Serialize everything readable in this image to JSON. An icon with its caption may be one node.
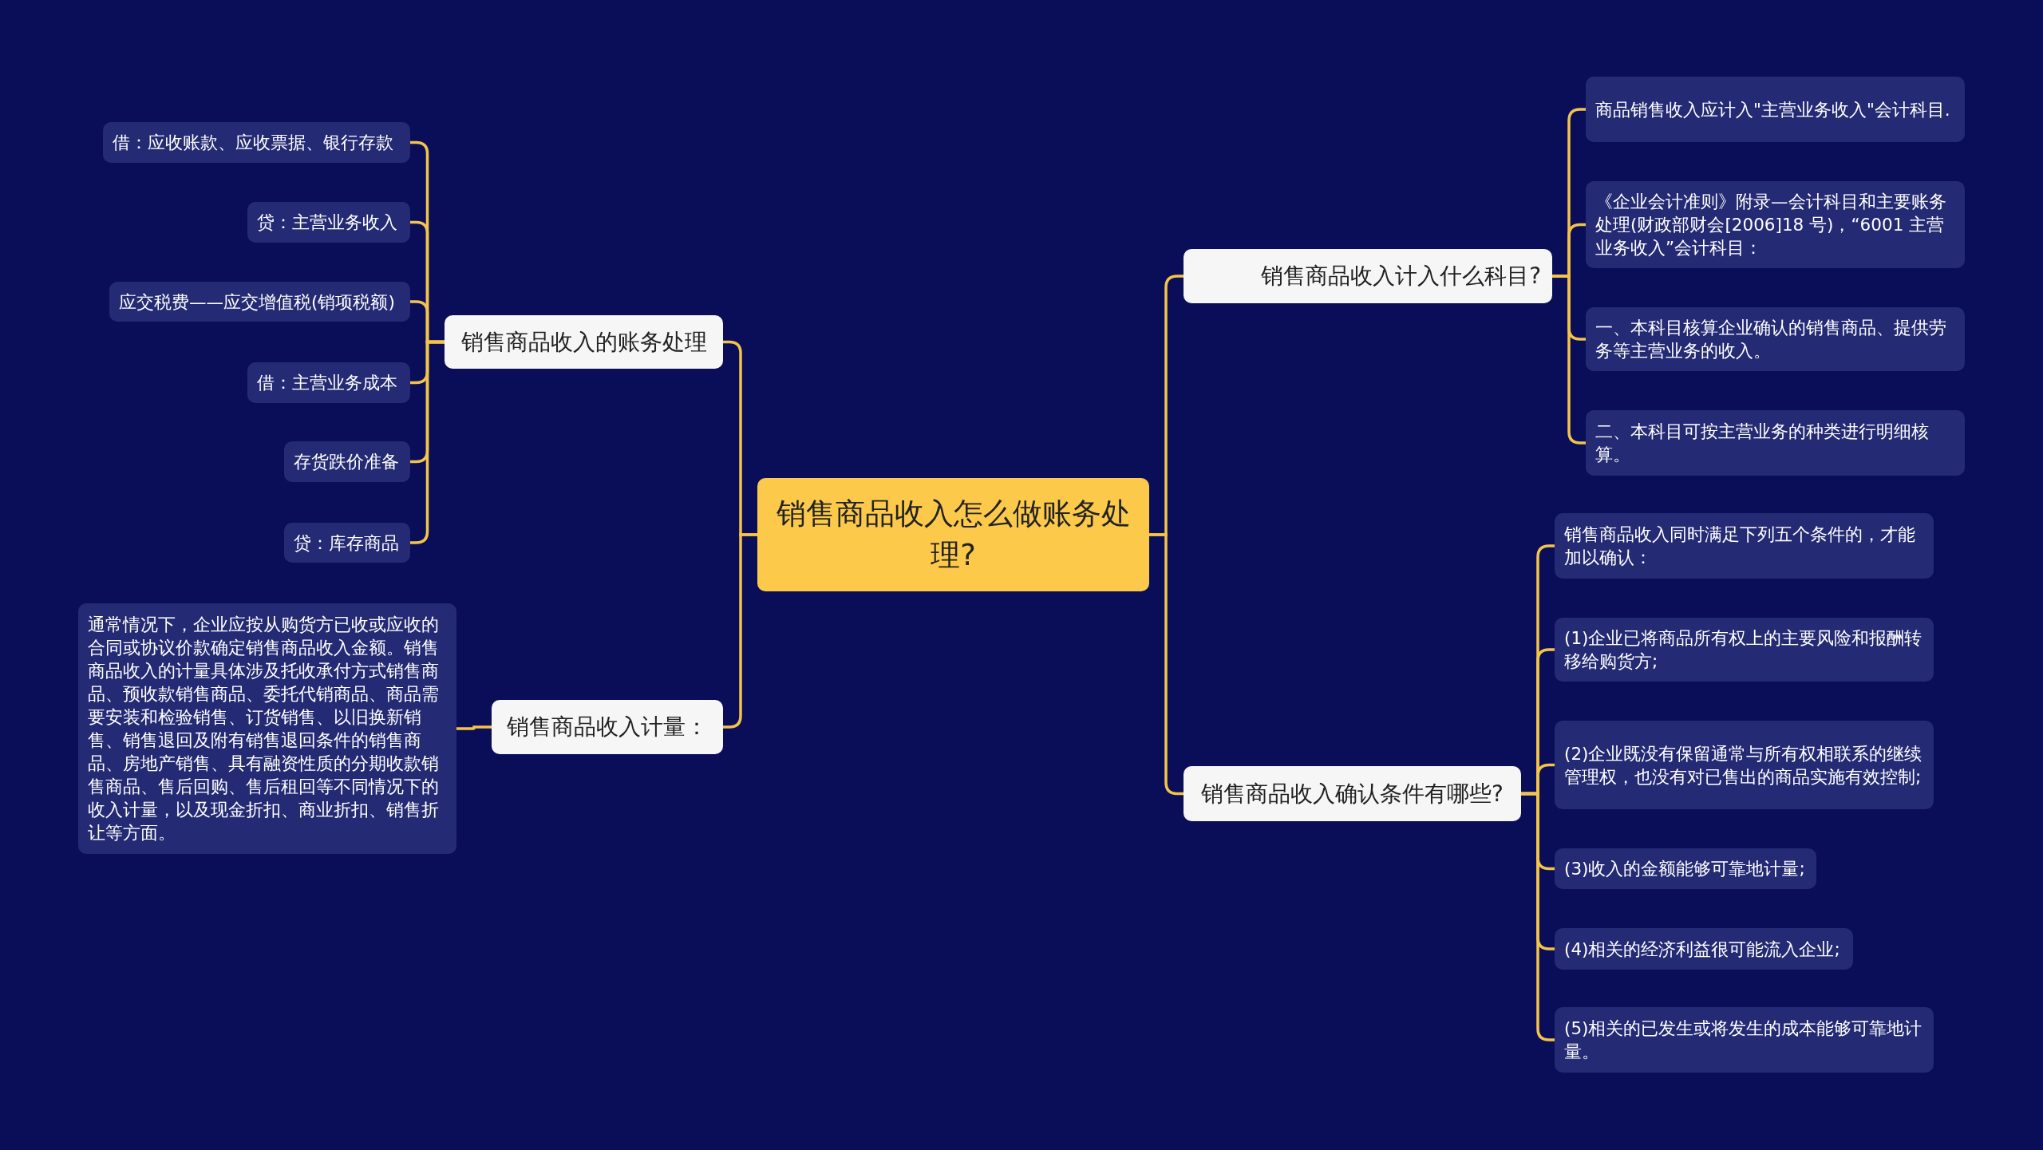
{
  "diagram": {
    "nodes": [
      {
        "text": [
          "销售商品收入怎么做账务处理?"
        ]
      },
      {
        "text": [
          "销售商品收入的账务处理"
        ]
      },
      {
        "text": [
          "借：应收账款、应收票据、银行存款"
        ]
      },
      {
        "text": [
          "贷：主营业务收入"
        ]
      },
      {
        "text": [
          "应交税费——应交增值税(销项税额)"
        ]
      },
      {
        "text": [
          "借：主营业务成本"
        ]
      },
      {
        "text": [
          "存货跌价准备"
        ]
      },
      {
        "text": [
          "贷：库存商品"
        ]
      },
      {
        "text": [
          "销售商品收入计量："
        ]
      },
      {
        "text": [
          "通常情况下，企业应按从购货方已收或应收的合同或协议价款确定销售商品收入金额。销售商品收入的计量具体涉及托收承付方式销售商品、预收款销售商品、委托代销商品、商品需要安装和检验销售、订货销售、以旧换新销售、销售退回及附有销售退回条件的销售商品、房地产销售、具有融资性质的分期收款销售商品、售后回购、售后租回等不同情况下的收入计量，以及现金折扣、商业折扣、销售折让等方面。"
        ]
      },
      {
        "text": [
          "销售商品收入计入什么科目?"
        ]
      },
      {
        "text": [
          "商品销售收入应计入\"主营业务收入\"会计科目."
        ]
      },
      {
        "text": [
          "《企业会计准则》附录—会计科目和主要账务处理(财政部财会[2006]18 号)，“6001 主营业务收入”会计科目："
        ]
      },
      {
        "text": [
          "一、本科目核算企业确认的销售商品、提供劳务等主营业务的收入。"
        ]
      },
      {
        "text": [
          "二、本科目可按主营业务的种类进行明细核算。"
        ]
      },
      {
        "text": [
          "销售商品收入确认条件有哪些?"
        ]
      },
      {
        "text": [
          "销售商品收入同时满足下列五个条件的，才能加以确认："
        ]
      },
      {
        "text": [
          "(1)企业已将商品所有权上的主要风险和报酬转移给购货方;"
        ]
      },
      {
        "text": [
          "(2)企业既没有保留通常与所有权相联系的继续管理权，也没有对已售出的商品实施有效控制;"
        ]
      },
      {
        "text": [
          "(3)收入的金额能够可靠地计量;"
        ]
      },
      {
        "text": [
          "(4)相关的经济利益很可能流入企业;"
        ]
      },
      {
        "text": [
          "(5)相关的已发生或将发生的成本能够可靠地计量。"
        ]
      }
    ],
    "edges": [
      {
        "from": 0,
        "to": 1,
        "arrow": "none"
      },
      {
        "from": 1,
        "to": 2,
        "arrow": "none"
      },
      {
        "from": 1,
        "to": 3,
        "arrow": "none"
      },
      {
        "from": 1,
        "to": 4,
        "arrow": "none"
      },
      {
        "from": 1,
        "to": 5,
        "arrow": "none"
      },
      {
        "from": 1,
        "to": 6,
        "arrow": "none"
      },
      {
        "from": 1,
        "to": 7,
        "arrow": "none"
      },
      {
        "from": 0,
        "to": 8,
        "arrow": "none"
      },
      {
        "from": 8,
        "to": 9,
        "arrow": "none"
      },
      {
        "from": 0,
        "to": 10,
        "arrow": "none"
      },
      {
        "from": 10,
        "to": 11,
        "arrow": "none"
      },
      {
        "from": 10,
        "to": 12,
        "arrow": "none"
      },
      {
        "from": 10,
        "to": 13,
        "arrow": "none"
      },
      {
        "from": 10,
        "to": 14,
        "arrow": "none"
      },
      {
        "from": 0,
        "to": 15,
        "arrow": "none"
      },
      {
        "from": 15,
        "to": 16,
        "arrow": "none"
      },
      {
        "from": 15,
        "to": 17,
        "arrow": "none"
      },
      {
        "from": 15,
        "to": 18,
        "arrow": "none"
      },
      {
        "from": 15,
        "to": 19,
        "arrow": "none"
      },
      {
        "from": 15,
        "to": 20,
        "arrow": "none"
      },
      {
        "from": 15,
        "to": 21,
        "arrow": "none"
      }
    ]
  }
}
